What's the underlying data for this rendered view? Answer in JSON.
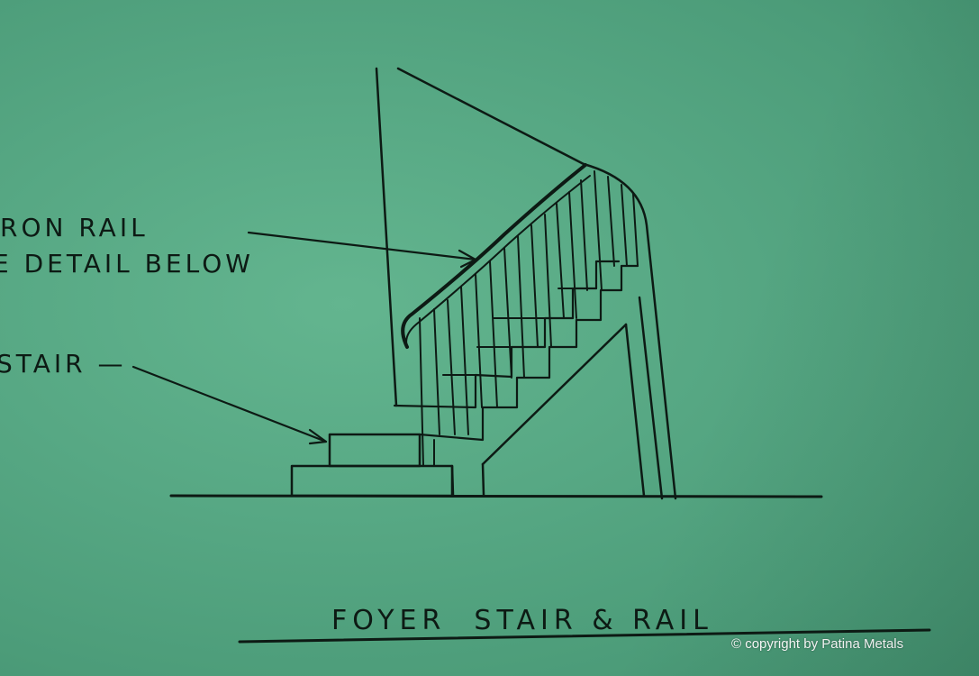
{
  "labels": {
    "rail_line1": "RON RAIL",
    "rail_line2": "E DETAIL BELOW",
    "stair": "STAIR —"
  },
  "title": "FOYER  STAIR & RAIL",
  "copyright": "© copyright by Patina Metals",
  "colors": {
    "paper": "#57a884",
    "ink": "#0d1a14",
    "watermark": "#ffffff"
  }
}
